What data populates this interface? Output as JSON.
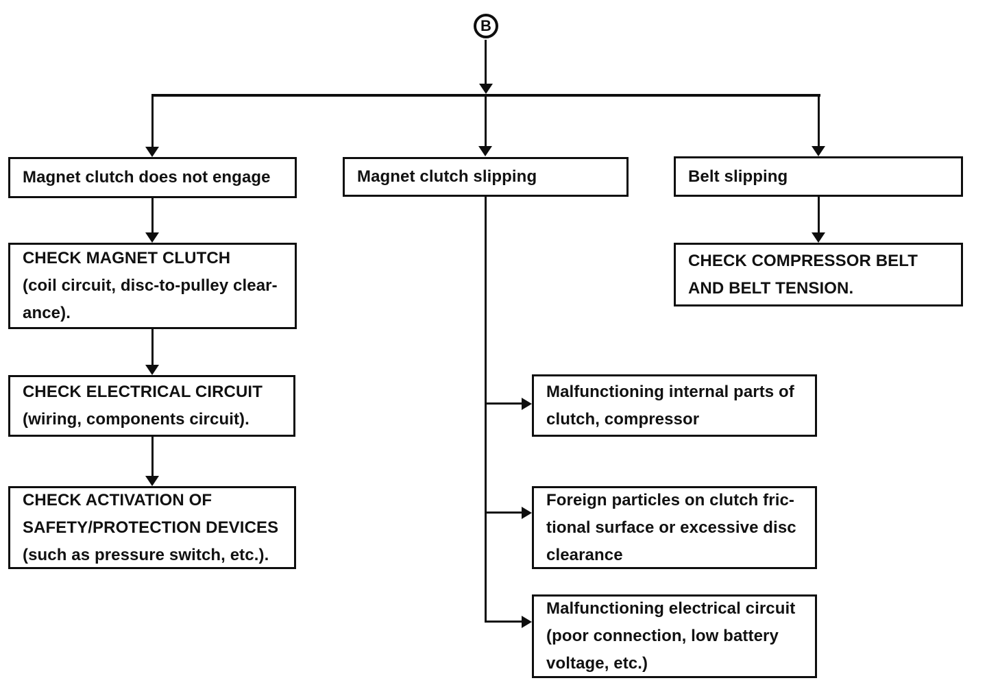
{
  "diagram": {
    "connector_label": "B",
    "colors": {
      "ink": "#0e0e0e",
      "paper": "#ffffff"
    },
    "boxes": {
      "magnet_clutch_not_engage": {
        "lines": [
          "Magnet clutch does not engage"
        ]
      },
      "magnet_clutch_slipping": {
        "lines": [
          "Magnet clutch slipping"
        ]
      },
      "belt_slipping": {
        "lines": [
          "Belt slipping"
        ]
      },
      "check_magnet_clutch": {
        "lines": [
          "CHECK MAGNET CLUTCH",
          "(coil circuit, disc-to-pulley clear-",
          "ance)."
        ]
      },
      "check_electrical_circuit": {
        "lines": [
          "CHECK ELECTRICAL CIRCUIT",
          "(wiring, components circuit)."
        ]
      },
      "check_activation": {
        "lines": [
          "CHECK ACTIVATION OF",
          "SAFETY/PROTECTION DEVICES",
          "(such as pressure switch, etc.)."
        ]
      },
      "check_compressor_belt": {
        "lines": [
          "CHECK COMPRESSOR BELT",
          "AND BELT TENSION."
        ]
      },
      "malfunctioning_internal_parts": {
        "lines": [
          "Malfunctioning internal parts of",
          "clutch, compressor"
        ]
      },
      "foreign_particles": {
        "lines": [
          "Foreign particles on clutch fric-",
          "tional surface or excessive disc",
          "clearance"
        ]
      },
      "malfunctioning_electrical_circuit": {
        "lines": [
          "Malfunctioning electrical circuit",
          "(poor connection, low battery",
          "voltage, etc.)"
        ]
      }
    }
  }
}
